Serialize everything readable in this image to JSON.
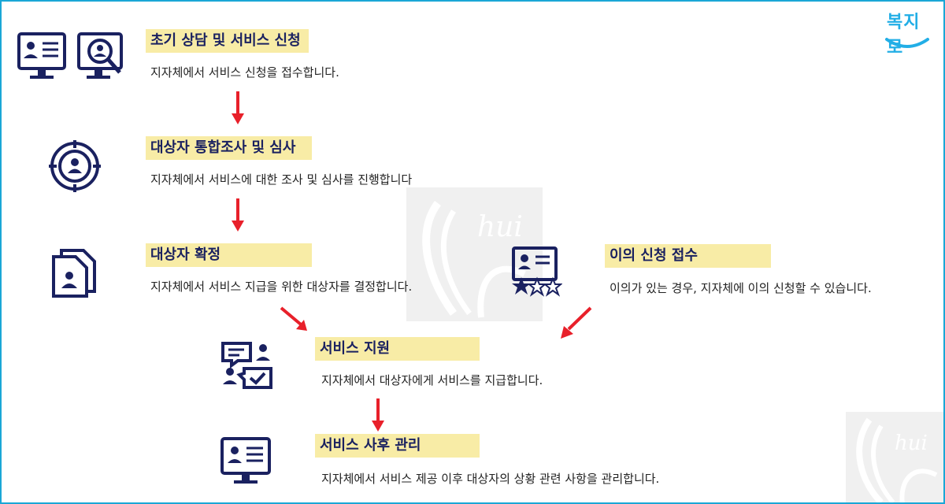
{
  "logo": {
    "text": "복지로",
    "color": "#22aee6"
  },
  "colors": {
    "title_bg": "#f8eca6",
    "title_text": "#1a2160",
    "arrow": "#e8202a",
    "icon": "#1a2160",
    "border": "#1aa7d6"
  },
  "steps": [
    {
      "title": "초기 상담 및 서비스 신청",
      "desc": "지자체에서 서비스 신청을 접수합니다.",
      "icons": [
        "profile-monitor-icon",
        "search-profile-monitor-icon"
      ]
    },
    {
      "title": "대상자 통합조사 및 심사",
      "desc": "지자체에서 서비스에 대한 조사 및 심사를 진행합니다",
      "icons": [
        "target-person-icon"
      ]
    },
    {
      "title": "대상자 확정",
      "desc": "지자체에서 서비스 지급을 위한 대상자를 결정합니다.",
      "icons": [
        "profile-documents-icon"
      ]
    },
    {
      "title": "이의 신청 접수",
      "desc": "이의가 있는 경우, 지자체에 이의 신청할 수 있습니다.",
      "icons": [
        "rating-card-icon"
      ]
    },
    {
      "title": "서비스 지원",
      "desc": "지자체에서 대상자에게 서비스를 지급합니다.",
      "icons": [
        "chat-people-icon"
      ]
    },
    {
      "title": "서비스 사후 관리",
      "desc": "지자체에서 서비스 제공 이후 대상자의 상황 관련 사항을 관리합니다.",
      "icons": [
        "profile-monitor-icon"
      ]
    }
  ],
  "watermark": {
    "text": "hui"
  }
}
